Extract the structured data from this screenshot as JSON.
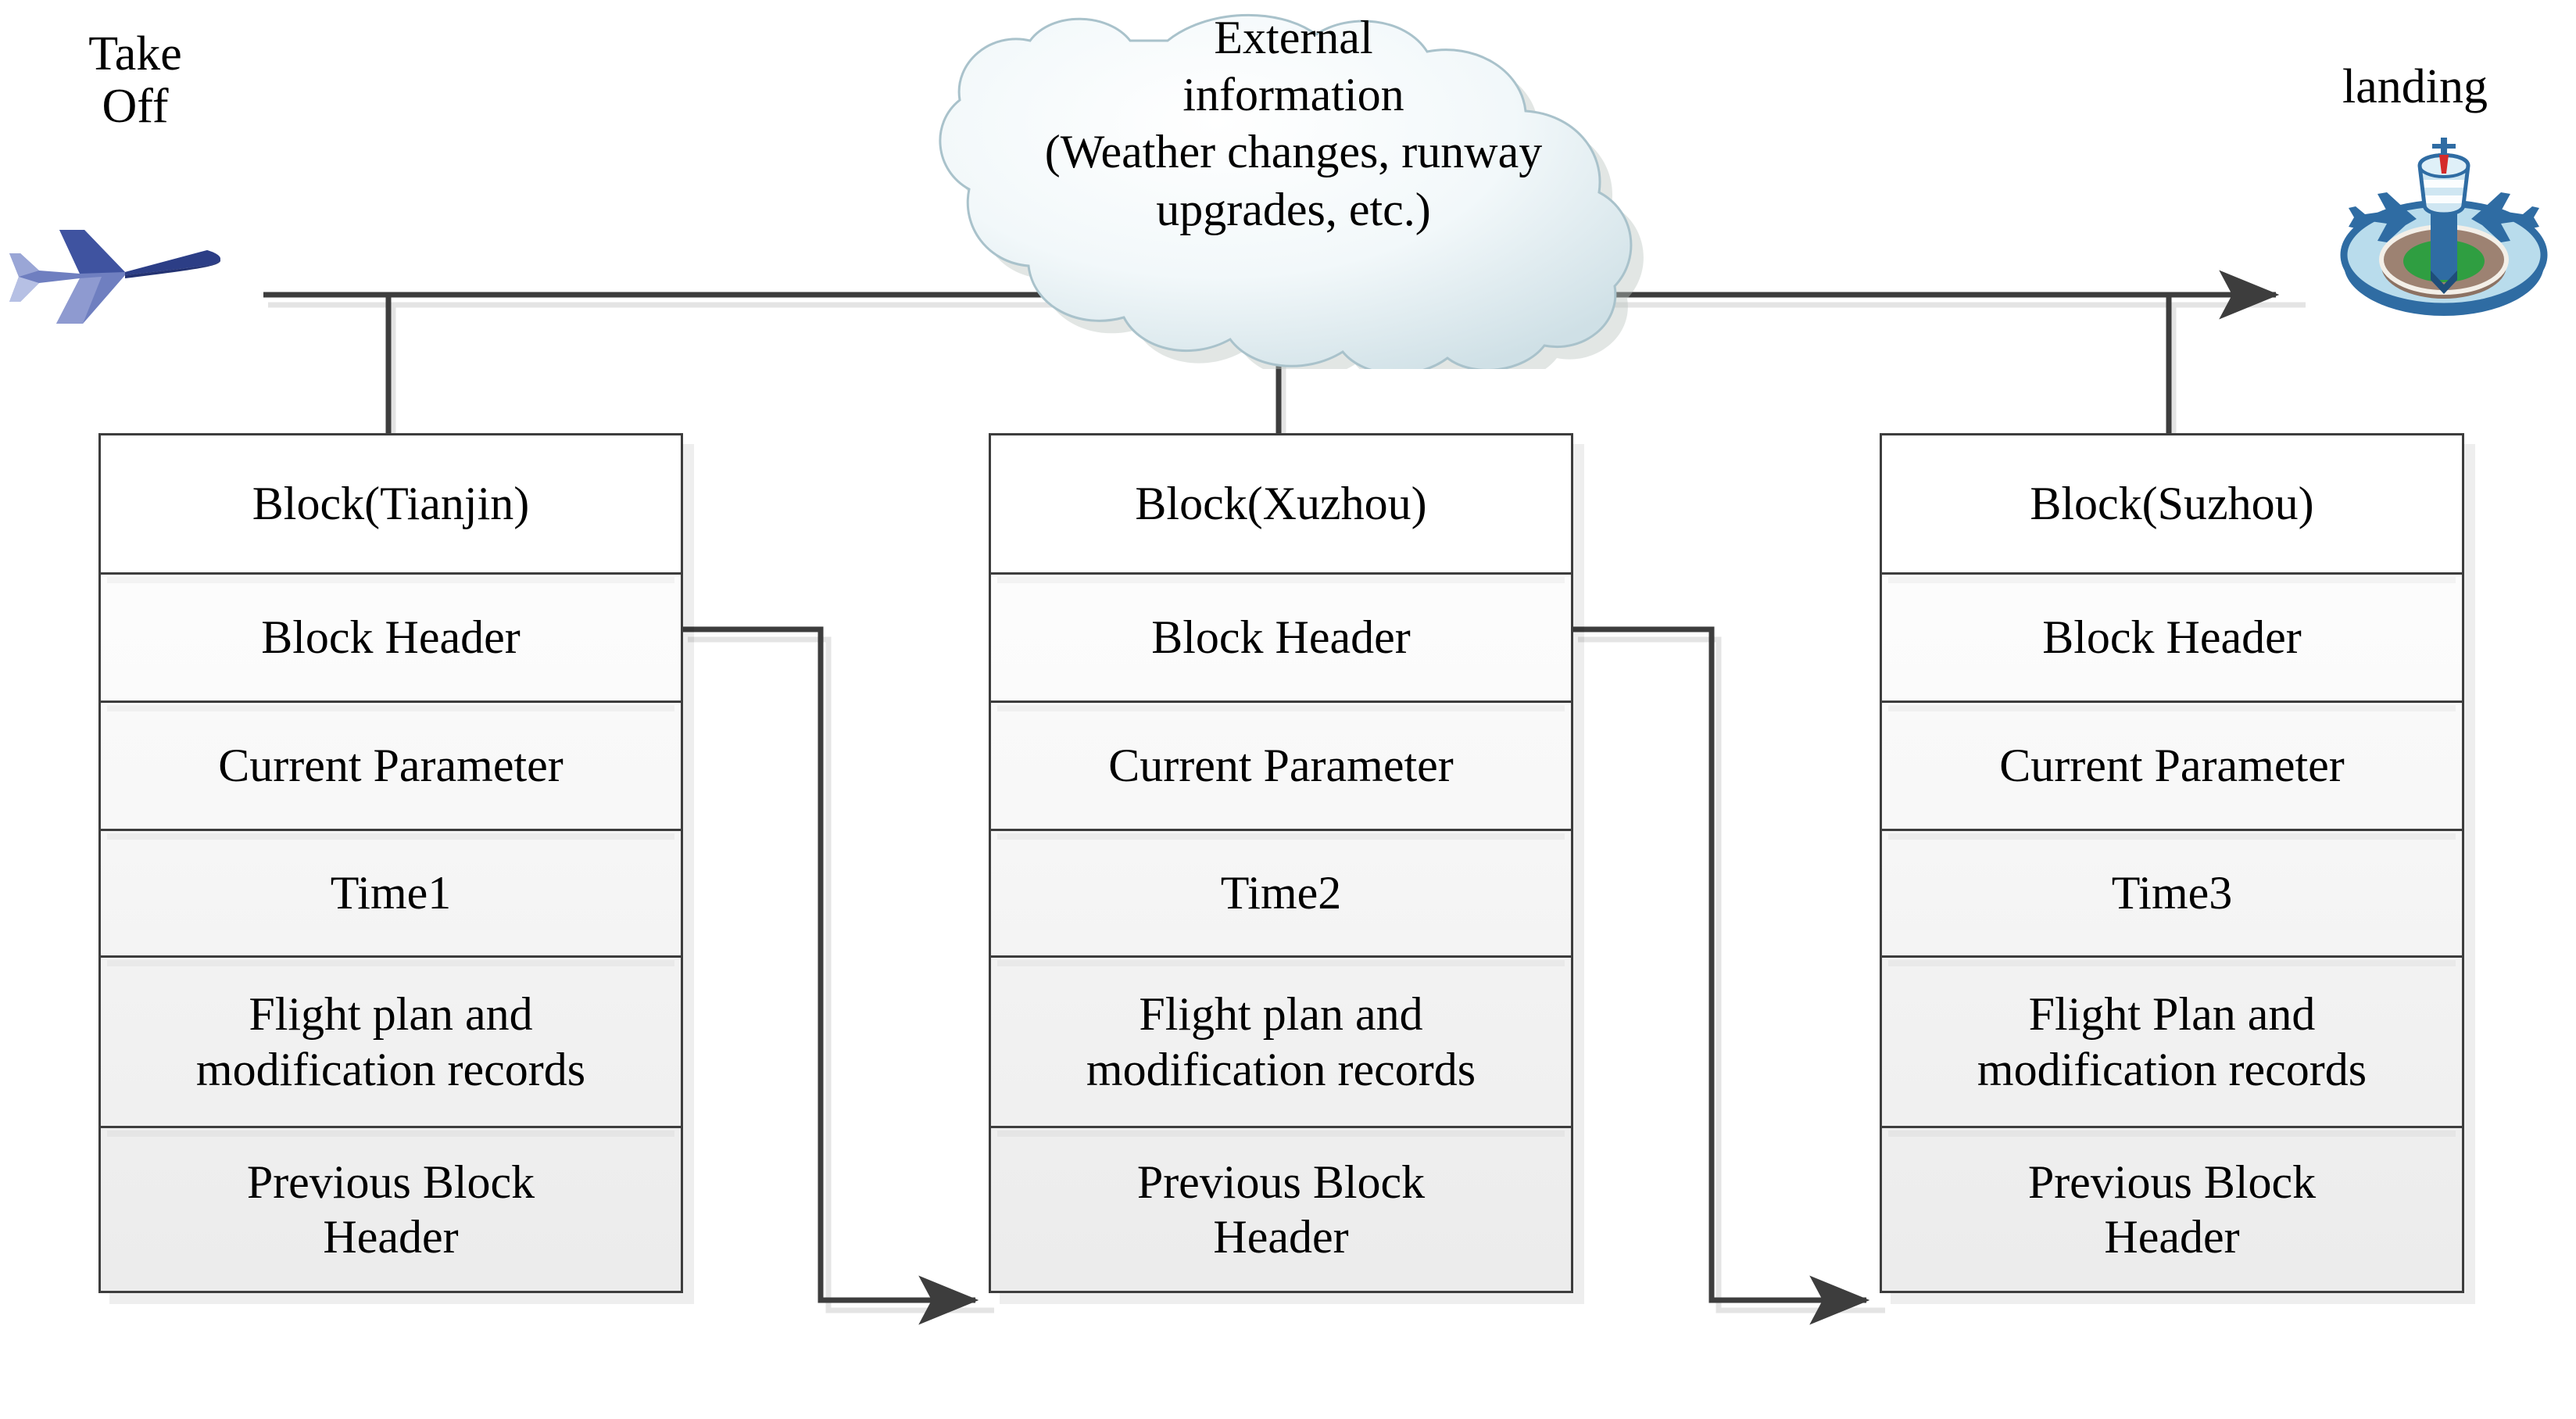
{
  "diagram": {
    "title_none": "",
    "flow": {
      "start_label": "Take\nOff",
      "end_label": "landing",
      "start_icon": "airplane-icon",
      "end_icon": "control-tower-icon"
    },
    "cloud": {
      "icon": "cloud-icon",
      "text": "External\ninformation\n(Weather changes, runway\nupgrades, etc.)"
    },
    "blocks": [
      {
        "id": "block-tianjin",
        "rows": [
          {
            "key": "title",
            "label": "Block(Tianjin)"
          },
          {
            "key": "header",
            "label": "Block Header"
          },
          {
            "key": "param",
            "label": "Current Parameter"
          },
          {
            "key": "time",
            "label": "Time1"
          },
          {
            "key": "plan",
            "label": "Flight plan and\nmodification records"
          },
          {
            "key": "prev",
            "label": "Previous Block\nHeader"
          }
        ]
      },
      {
        "id": "block-xuzhou",
        "rows": [
          {
            "key": "title",
            "label": "Block(Xuzhou)"
          },
          {
            "key": "header",
            "label": "Block Header"
          },
          {
            "key": "param",
            "label": "Current Parameter"
          },
          {
            "key": "time",
            "label": "Time2"
          },
          {
            "key": "plan",
            "label": "Flight plan and\nmodification records"
          },
          {
            "key": "prev",
            "label": "Previous Block\nHeader"
          }
        ]
      },
      {
        "id": "block-suzhou",
        "rows": [
          {
            "key": "title",
            "label": "Block(Suzhou)"
          },
          {
            "key": "header",
            "label": "Block Header"
          },
          {
            "key": "param",
            "label": "Current Parameter"
          },
          {
            "key": "time",
            "label": "Time3"
          },
          {
            "key": "plan",
            "label": "Flight Plan and\nmodification records"
          },
          {
            "key": "prev",
            "label": "Previous Block\nHeader"
          }
        ]
      }
    ],
    "colors": {
      "line": "#3d3d3d",
      "block_border": "#3d3d3d",
      "cloud_fill": "#e8f1f4",
      "cloud_edge": "#9fbac4",
      "plane_body": "#4a5fa5",
      "tower_blue": "#2f6ca3",
      "tower_green": "#2f9e41",
      "tower_red": "#d42b2b",
      "background": "#ffffff"
    },
    "connectors": [
      {
        "name": "takeoff-to-landing-arrow",
        "from": "take-off",
        "to": "landing"
      },
      {
        "name": "block-header-1-to-prev-header-2",
        "from": "block-tianjin.header",
        "to": "block-xuzhou.prev"
      },
      {
        "name": "block-header-2-to-prev-header-3",
        "from": "block-xuzhou.header",
        "to": "block-suzhou.prev"
      },
      {
        "name": "trunk-drop-block-1",
        "from": "trunk",
        "to": "block-tianjin"
      },
      {
        "name": "trunk-drop-block-2",
        "from": "trunk",
        "to": "block-xuzhou"
      },
      {
        "name": "trunk-drop-block-3",
        "from": "trunk",
        "to": "block-suzhou"
      }
    ]
  }
}
